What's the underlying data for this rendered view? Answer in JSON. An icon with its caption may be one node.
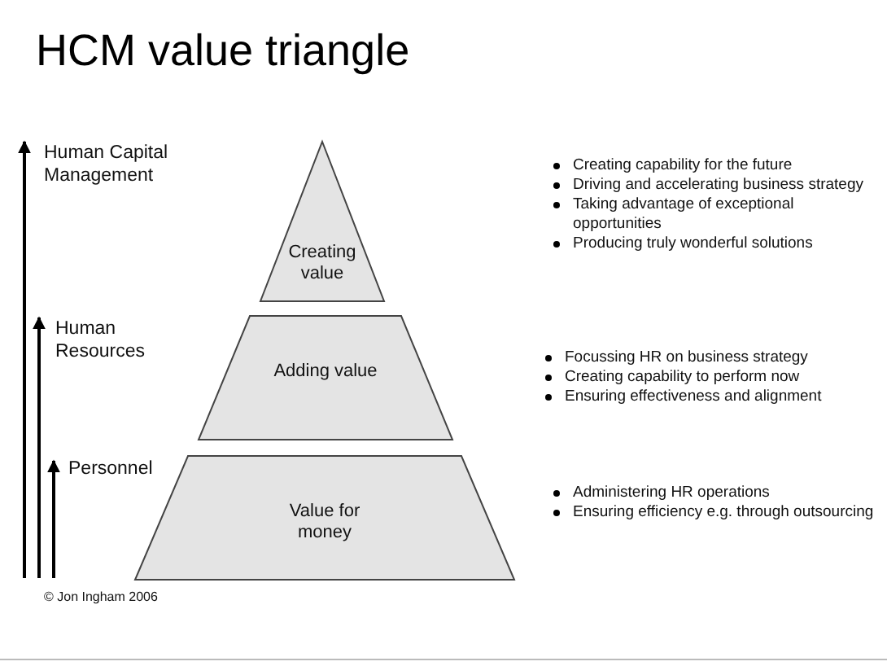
{
  "diagram": {
    "title": "HCM value triangle",
    "nodes": [
      {
        "text": [
          "Creating value"
        ],
        "beside": [
          "Creating capability for the future",
          "Driving and accelerating business strategy",
          "Taking advantage of exceptional opportunities",
          "Producing truly wonderful solutions"
        ]
      },
      {
        "text": [
          "Adding value"
        ],
        "beside": [
          "Focussing HR on business strategy",
          "Creating capability to perform now",
          "Ensuring effectiveness and alignment"
        ]
      },
      {
        "text": [
          "Value for money"
        ],
        "beside": [
          "Administering HR operations",
          "Ensuring efficiency e.g. through outsourcing"
        ]
      }
    ],
    "labels": [
      "Human Capital Management",
      "Human Resources",
      "Personnel",
      "© Jon Ingham 2006"
    ]
  }
}
